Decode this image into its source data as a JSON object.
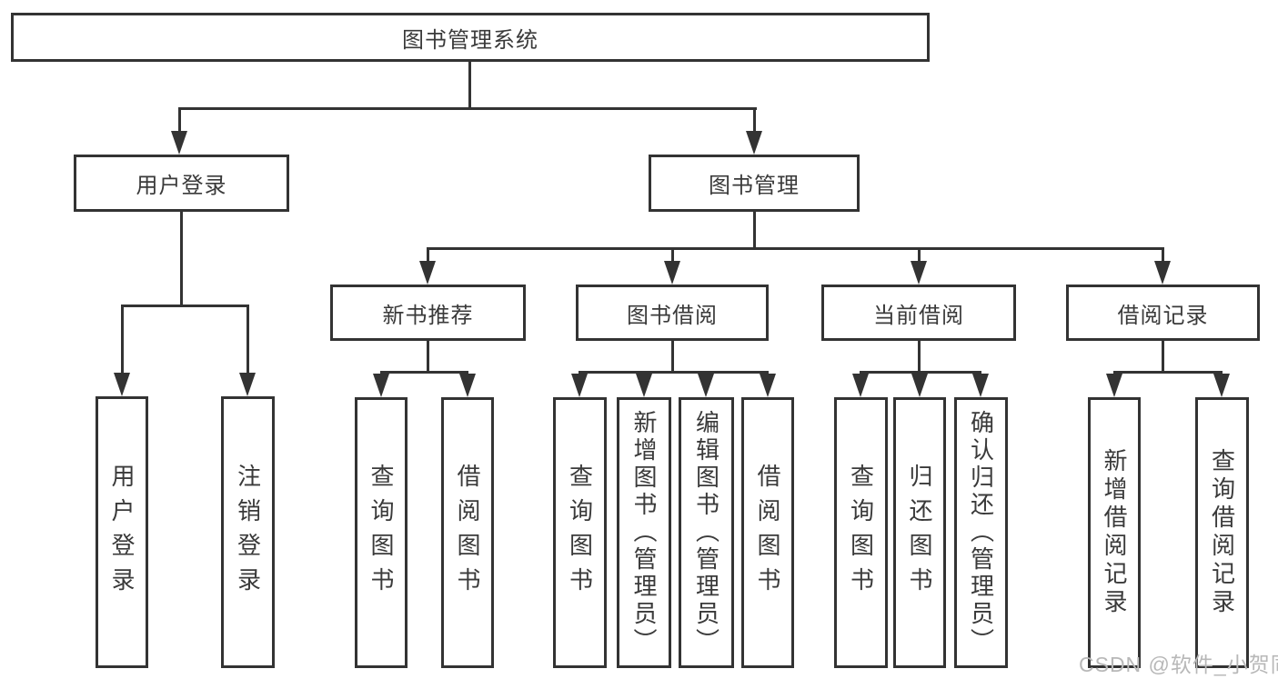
{
  "tree": {
    "root": {
      "label": "图书管理系统"
    },
    "branches": [
      {
        "label": "用户登录",
        "children": [
          {
            "label": "用户登录"
          },
          {
            "label": "注销登录"
          }
        ]
      },
      {
        "label": "图书管理",
        "children": [
          {
            "label": "新书推荐",
            "children": [
              {
                "label": "查询图书"
              },
              {
                "label": "借阅图书"
              }
            ]
          },
          {
            "label": "图书借阅",
            "children": [
              {
                "label": "查询图书"
              },
              {
                "label": "新增图书（管理员）"
              },
              {
                "label": "编辑图书（管理员）"
              },
              {
                "label": "借阅图书"
              }
            ]
          },
          {
            "label": "当前借阅",
            "children": [
              {
                "label": "查询图书"
              },
              {
                "label": "归还图书"
              },
              {
                "label": "确认归还（管理员）"
              }
            ]
          },
          {
            "label": "借阅记录",
            "children": [
              {
                "label": "新增借阅记录"
              },
              {
                "label": "查询借阅记录"
              }
            ]
          }
        ]
      }
    ]
  },
  "watermark": {
    "text": "CSDN @软件_小贺同学"
  },
  "colors": {
    "line": "#333333",
    "text": "#3a3a3a",
    "watermark": "#b8b8b8",
    "background": "#ffffff"
  }
}
